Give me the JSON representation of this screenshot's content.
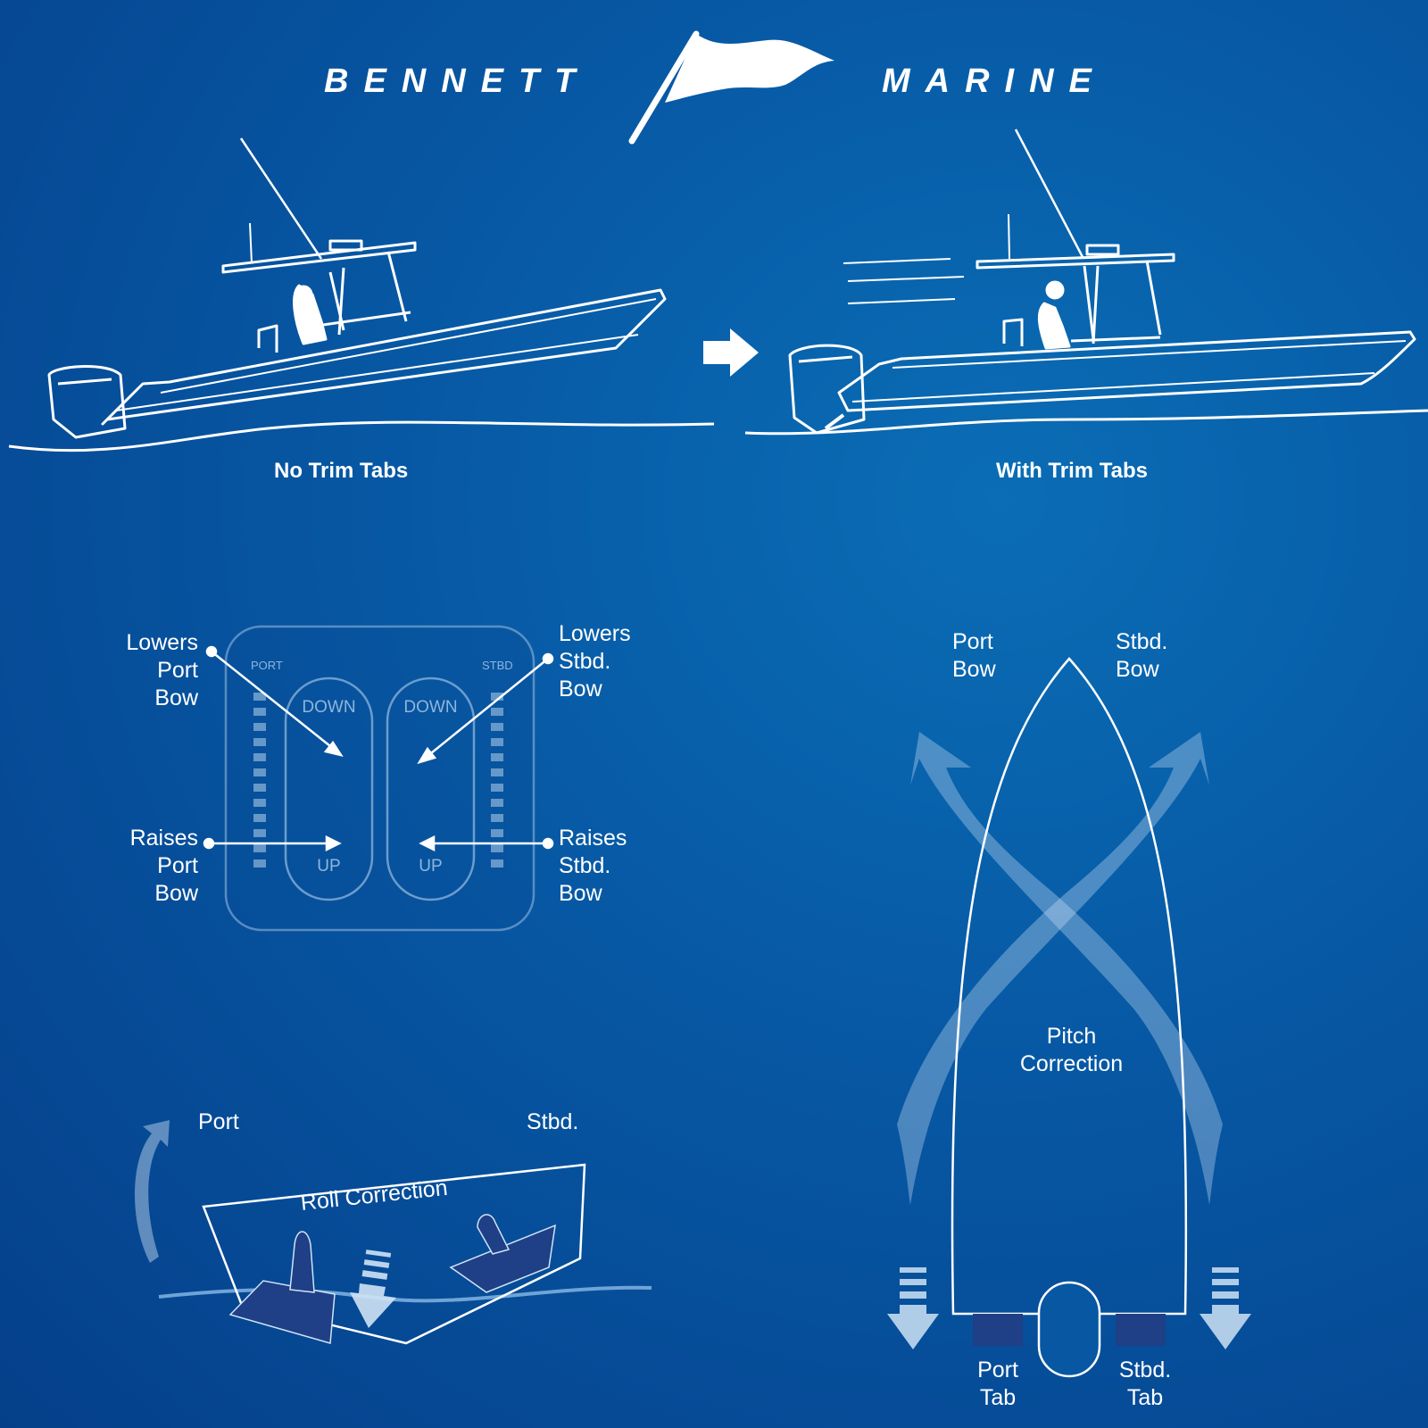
{
  "brand": {
    "left": "BENNETT",
    "right": "MARINE"
  },
  "captions": {
    "no_tabs": "No Trim Tabs",
    "with_tabs": "With Trim Tabs"
  },
  "control_panel": {
    "port": "PORT",
    "stbd": "STBD",
    "down_left": "DOWN",
    "down_right": "DOWN",
    "up_left": "UP",
    "up_right": "UP"
  },
  "callouts": {
    "lowers_port_bow": "Lowers\nPort\nBow",
    "lowers_stbd_bow": "Lowers\nStbd.\nBow",
    "raises_port_bow": "Raises\nPort\nBow",
    "raises_stbd_bow": "Raises\nStbd.\nBow"
  },
  "pitch": {
    "port_bow": "Port\nBow",
    "stbd_bow": "Stbd.\nBow",
    "title": "Pitch\nCorrection",
    "port_tab": "Port\nTab",
    "stbd_tab": "Stbd.\nTab"
  },
  "roll": {
    "port": "Port",
    "stbd": "Stbd.",
    "title": "Roll Correction"
  },
  "colors": {
    "background": "#0757a3",
    "line": "#ffffff",
    "tab_fill": "#1f3f86"
  }
}
